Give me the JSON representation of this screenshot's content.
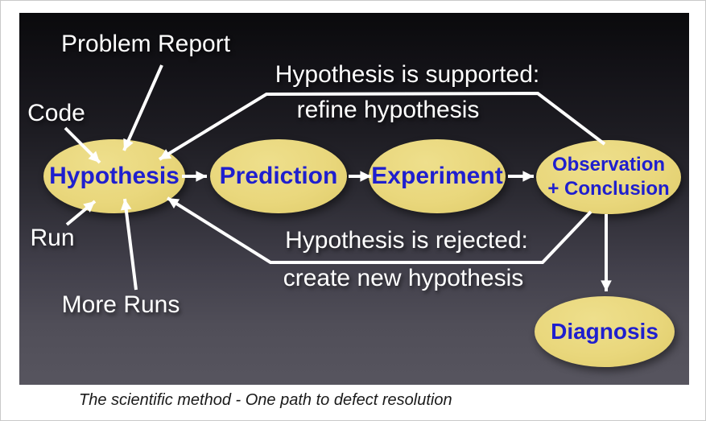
{
  "caption": "The scientific method - One path to defect resolution",
  "nodes": {
    "hypothesis": {
      "label": "Hypothesis"
    },
    "prediction": {
      "label": "Prediction"
    },
    "experiment": {
      "label": "Experiment"
    },
    "observation": {
      "line1": "Observation",
      "line2": "+ Conclusion"
    },
    "diagnosis": {
      "label": "Diagnosis"
    }
  },
  "labels": {
    "problem_report": "Problem Report",
    "code": "Code",
    "run": "Run",
    "more_runs": "More Runs"
  },
  "feedback": {
    "supported": {
      "line1": "Hypothesis is supported:",
      "line2": "refine hypothesis"
    },
    "rejected": {
      "line1": "Hypothesis is rejected:",
      "line2": "create new hypothesis"
    }
  },
  "colors": {
    "ellipse_fill": "#e9d77c",
    "node_text": "#1f1fce",
    "label_text": "#ffffff",
    "arrow": "#ffffff",
    "slide_top": "#0a0a0c",
    "slide_bottom": "#57555f",
    "caption_text": "#1a1a1a"
  }
}
